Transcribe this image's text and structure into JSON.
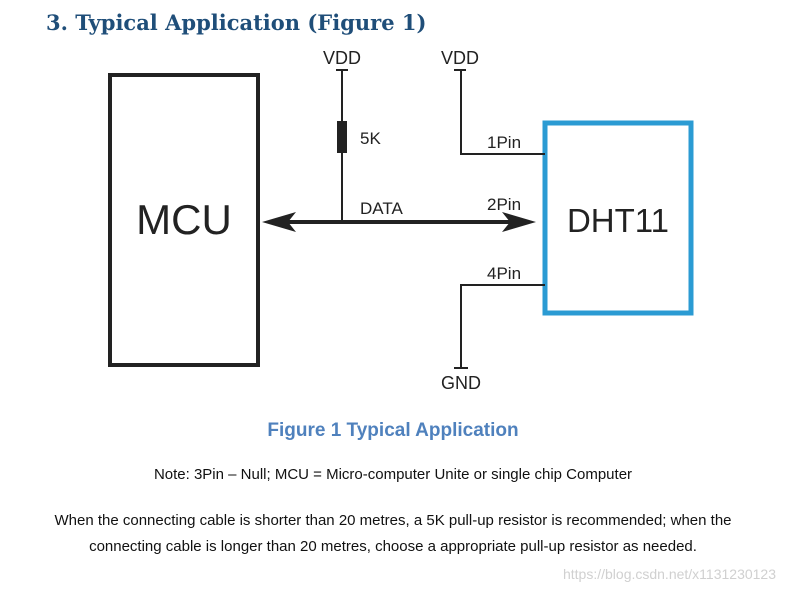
{
  "heading": "3. Typical Application (Figure 1)",
  "diagram": {
    "mcu_label": "MCU",
    "sensor_label": "DHT11",
    "vdd_left": "VDD",
    "vdd_right": "VDD",
    "resistor_label": "5K",
    "data_label": "DATA",
    "pin1_label": "1Pin",
    "pin2_label": "2Pin",
    "pin4_label": "4Pin",
    "gnd_label": "GND",
    "sensor_border_color": "#2b9bd3"
  },
  "caption": "Figure 1 Typical Application",
  "note": "Note: 3Pin – Null; MCU = Micro-computer Unite or single chip Computer",
  "paragraph": "When the connecting cable is shorter than 20 metres, a 5K pull-up resistor is recommended; when the connecting cable is longer than 20 metres, choose a appropriate pull-up resistor as needed.",
  "watermark": "https://blog.csdn.net/x1131230123"
}
